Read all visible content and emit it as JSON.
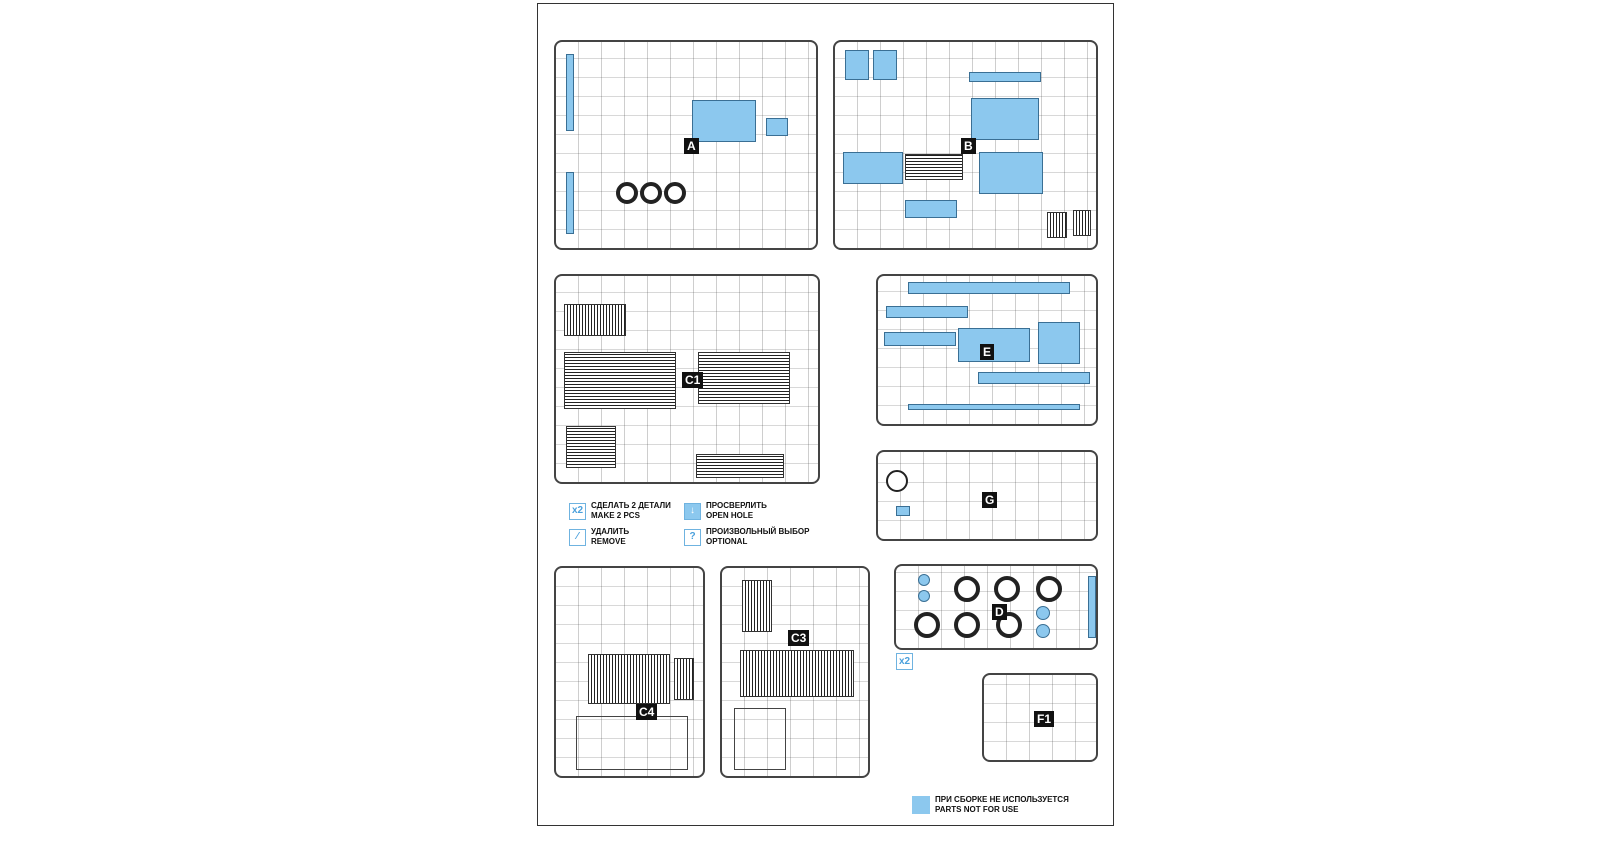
{
  "sprues": [
    {
      "id": "A",
      "label": "A"
    },
    {
      "id": "B",
      "label": "B"
    },
    {
      "id": "C1",
      "label": "C1"
    },
    {
      "id": "E",
      "label": "E"
    },
    {
      "id": "G",
      "label": "G"
    },
    {
      "id": "C4",
      "label": "C4"
    },
    {
      "id": "C3",
      "label": "C3"
    },
    {
      "id": "D",
      "label": "D"
    },
    {
      "id": "F1",
      "label": "F1"
    }
  ],
  "d_multiplier": "x2",
  "legend": {
    "make2": {
      "icon": "x2",
      "ru": "СДЕЛАТЬ 2 ДЕТАЛИ",
      "en": "MAKE 2 PCS"
    },
    "drill": {
      "ru": "ПРОСВЕРЛИТЬ",
      "en": "OPEN HOLE"
    },
    "remove": {
      "ru": "УДАЛИТЬ",
      "en": "REMOVE"
    },
    "optional": {
      "icon": "?",
      "ru": "ПРОИЗВОЛЬНЫЙ ВЫБОР",
      "en": "OPTIONAL"
    },
    "notuse": {
      "ru": "ПРИ СБОРКЕ НЕ ИСПОЛЬЗУЕТСЯ",
      "en": "PARTS NOT FOR USE"
    }
  },
  "colors": {
    "unused": "#8cc8ee",
    "frame": "#444444"
  }
}
